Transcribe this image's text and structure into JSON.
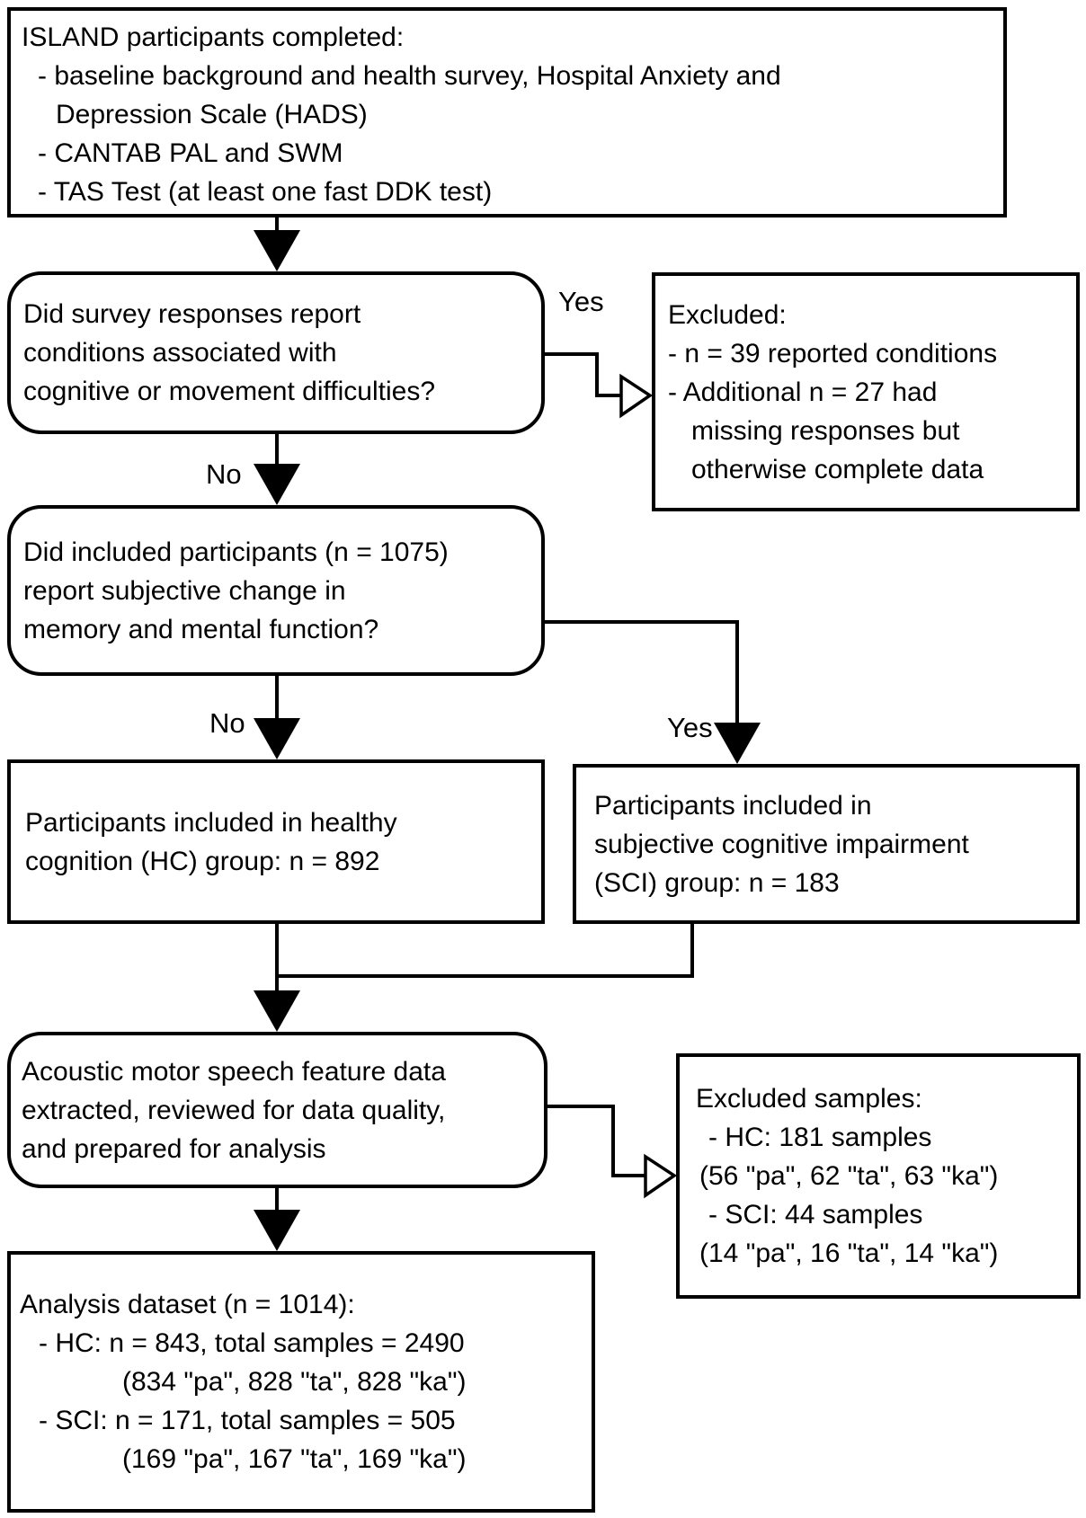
{
  "figure": {
    "type": "flowchart",
    "background_color": "#ffffff",
    "stroke_color": "#000000"
  },
  "nodes": {
    "island": {
      "shape": "rectangle",
      "lines": [
        "ISLAND participants completed:",
        "- baseline background and health survey, Hospital Anxiety and",
        "Depression Scale (HADS)",
        "- CANTAB PAL and SWM",
        "- TAS Test (at least one fast DDK test)"
      ]
    },
    "decision_conditions": {
      "shape": "rounded-rectangle",
      "lines": [
        "Did survey responses report",
        "conditions associated with",
        "cognitive or movement difficulties?"
      ]
    },
    "excluded_conditions": {
      "shape": "rectangle",
      "lines": [
        "Excluded:",
        "- n = 39 reported conditions",
        "- Additional n = 27 had",
        "missing responses but",
        "otherwise complete data"
      ]
    },
    "decision_subjective": {
      "shape": "rounded-rectangle",
      "lines": [
        "Did included participants (n = 1075)",
        "report subjective change in",
        "memory and mental function?"
      ]
    },
    "hc_group": {
      "shape": "rectangle",
      "lines": [
        "Participants included in healthy",
        "cognition (HC) group: n = 892"
      ]
    },
    "sci_group": {
      "shape": "rectangle",
      "lines": [
        "Participants included in",
        "subjective cognitive impairment",
        "(SCI) group: n = 183"
      ]
    },
    "acoustic": {
      "shape": "rounded-rectangle",
      "lines": [
        "Acoustic motor speech feature data",
        "extracted, reviewed for data quality,",
        "and prepared for analysis"
      ]
    },
    "excluded_samples": {
      "shape": "rectangle",
      "lines": [
        "Excluded samples:",
        "- HC: 181 samples",
        "(56 \"pa\", 62 \"ta\", 63 \"ka\")",
        "- SCI: 44 samples",
        "(14 \"pa\", 16 \"ta\", 14 \"ka\")"
      ]
    },
    "analysis": {
      "shape": "rectangle",
      "lines": [
        "Analysis dataset (n = 1014):",
        "- HC: n = 843, total samples = 2490",
        "(834 \"pa\", 828 \"ta\", 828 \"ka\")",
        "- SCI: n = 171, total samples = 505",
        "(169 \"pa\", 167 \"ta\", 169 \"ka\")"
      ]
    }
  },
  "edge_labels": {
    "yes_conditions": "Yes",
    "no_conditions": "No",
    "no_subjective": "No",
    "yes_subjective": "Yes"
  },
  "edges": [
    "island -> decision_conditions",
    "decision_conditions -> excluded_conditions [Yes]",
    "decision_conditions -> decision_subjective [No]",
    "decision_subjective -> hc_group [No]",
    "decision_subjective -> sci_group [Yes]",
    "hc_group + sci_group -> acoustic",
    "acoustic -> excluded_samples",
    "acoustic -> analysis"
  ]
}
